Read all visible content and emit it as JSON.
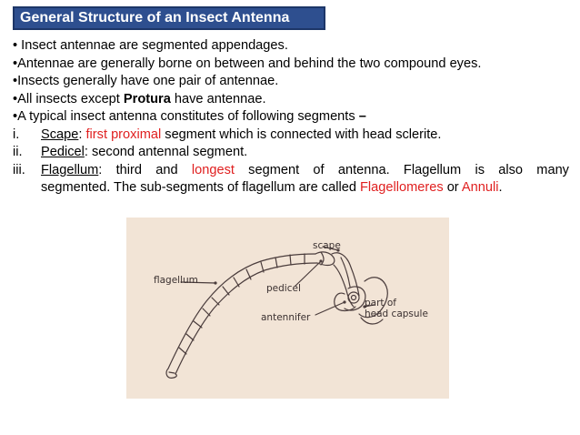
{
  "title": "General Structure of an Insect Antenna",
  "bullets": [
    "• Insect antennae are segmented appendages.",
    "•Antennae are generally borne on between and behind the two compound eyes.",
    "•Insects generally have one pair of antennae."
  ],
  "protura_line": {
    "prefix": "•All insects except ",
    "bold": "Protura",
    "suffix": " have antennae."
  },
  "segments_line": {
    "text": "•A typical insect antenna constitutes of following segments ",
    "dash": "–"
  },
  "items": [
    {
      "num": "i.",
      "term": "Scape",
      "sep": ": ",
      "red": "first proximal",
      "rest": " segment which is connected with head sclerite."
    },
    {
      "num": "ii.",
      "term": "Pedicel",
      "rest": ": second antennal segment."
    },
    {
      "num": "iii.",
      "term": "Flagellum",
      "line1_a": ": third and ",
      "line1_red": "longest",
      "line1_b": " segment of antenna. Flagellum is also many",
      "line2_a": "segmented. The sub-segments of flagellum are called ",
      "line2_red1": "Flagellomeres",
      "line2_mid": " or ",
      "line2_red2": "Annuli",
      "line2_end": "."
    }
  ],
  "figure": {
    "labels": {
      "scape": "scape",
      "flagellum": "flagellum",
      "pedicel": "pedicel",
      "antennifer": "antennifer",
      "part_of": "part of",
      "head_capsule": "head capsule"
    }
  },
  "colors": {
    "title_bg": "#2e4f8f",
    "highlight": "#e02020",
    "figure_bg": "#f2e4d6"
  }
}
